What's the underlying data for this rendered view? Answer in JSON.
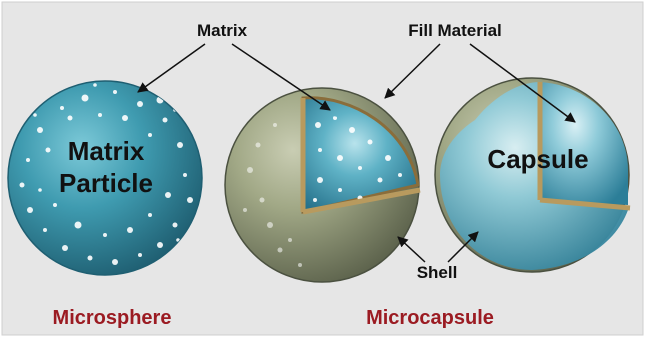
{
  "labels": {
    "matrix": "Matrix",
    "fill_material": "Fill Material",
    "matrix_particle_line1": "Matrix",
    "matrix_particle_line2": "Particle",
    "capsule": "Capsule",
    "shell": "Shell",
    "microsphere": "Microsphere",
    "microcapsule": "Microcapsule"
  },
  "colors": {
    "background_panel": "#e6e6e6",
    "matrix_teal": "#3f9bb0",
    "shell_olive": "#a1a886",
    "shell_rim_tan": "#b89a5e",
    "caption_red": "#9b1b22",
    "text_dark": "#111111"
  }
}
